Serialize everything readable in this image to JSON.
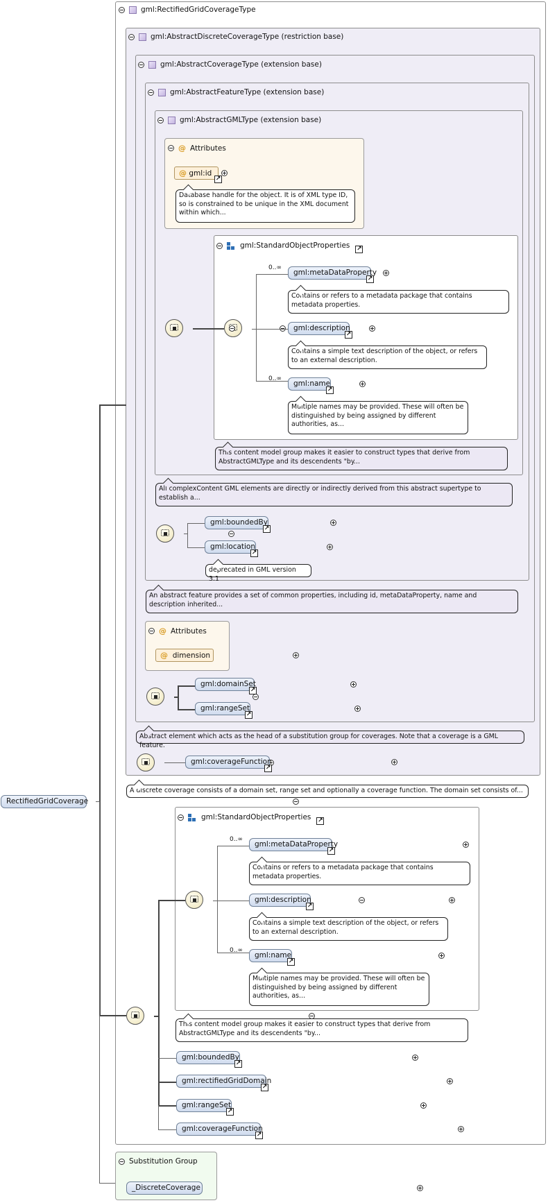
{
  "boxes": {
    "rectified_grid_coverage_type": "gml:RectifiedGridCoverageType",
    "abstract_discrete_coverage_type": "gml:AbstractDiscreteCoverageType (restriction base)",
    "abstract_coverage_type": "gml:AbstractCoverageType (extension base)",
    "abstract_feature_type": "gml:AbstractFeatureType (extension base)",
    "abstract_gml_type": "gml:AbstractGMLType (extension base)",
    "attributes": "Attributes",
    "standard_object_properties": "gml:StandardObjectProperties",
    "substitution_group": "Substitution Group"
  },
  "root": {
    "label": "RectifiedGridCoverage"
  },
  "elements": {
    "gml_id": "gml:id",
    "meta_data_property": "gml:metaDataProperty",
    "description": "gml:description",
    "name": "gml:name",
    "bounded_by": "gml:boundedBy",
    "location": "gml:location",
    "dimension": "dimension",
    "domain_set": "gml:domainSet",
    "range_set": "gml:rangeSet",
    "coverage_function": "gml:coverageFunction",
    "rectified_grid_domain": "gml:rectifiedGridDomain",
    "discrete_coverage": "_DiscreteCoverage"
  },
  "occurrences": {
    "zero_to_many": "0..∞"
  },
  "annotations": {
    "gml_id": "Database handle for the object. It is of XML type ID, so is constrained to be unique in the XML document within which...",
    "meta_data_property": "Contains or refers to a metadata package that contains metadata properties.",
    "description": "Contains a simple text description of the object, or refers to an external description.",
    "name": "Multiple names may be provided. These will often be distinguished by being assigned by different authorities, as...",
    "standard_object_properties": "This content model group makes it easier to construct types that derive from AbstractGMLType and its descendents \"by...",
    "abstract_gml_type": "All complexContent GML elements are directly or indirectly derived from this abstract supertype to establish a...",
    "location": "deprecated in GML version 3.1",
    "abstract_feature_type": "An abstract feature provides a set of common properties, including id, metaDataProperty, name and description inherited...",
    "abstract_coverage_type": "Abstract element which acts as the head of a substitution group for coverages. Note that a coverage is a GML feature.",
    "abstract_discrete_coverage_type": "A discrete coverage consists of a domain set, range set and optionally a coverage function. The domain set consists of..."
  }
}
